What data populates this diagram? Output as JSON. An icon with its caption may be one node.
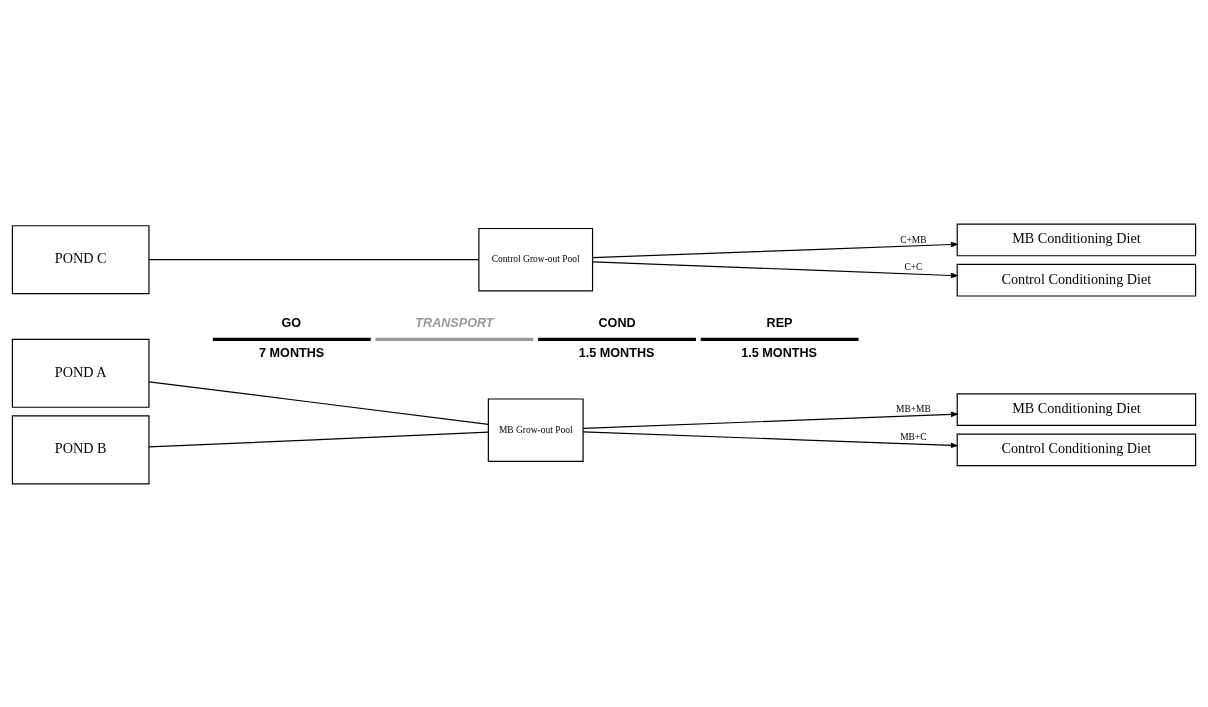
{
  "diagram": {
    "nodes": [
      {
        "text": [
          "POND A"
        ]
      },
      {
        "text": [
          "POND B"
        ]
      },
      {
        "text": [
          "MB Grow-out Pool"
        ]
      },
      {
        "text": [
          "POND C"
        ]
      },
      {
        "text": [
          "Control Grow-out Pool"
        ]
      },
      {
        "text": [
          "MB Conditioning Diet"
        ]
      },
      {
        "text": [
          "MB Conditioning Diet"
        ]
      },
      {
        "text": [
          "Control Conditioning Diet"
        ]
      },
      {
        "text": [
          "Control Conditioning Diet"
        ]
      }
    ],
    "edges": [
      {
        "from": 0,
        "to": 2,
        "arrow": "none"
      },
      {
        "from": 1,
        "to": 2,
        "arrow": "none"
      },
      {
        "from": 3,
        "to": 4,
        "arrow": "none"
      },
      {
        "from": 2,
        "to": 5,
        "arrow": "to",
        "label": "MB+MB"
      },
      {
        "from": 4,
        "to": 6,
        "arrow": "to",
        "label": "C+MB"
      },
      {
        "from": 2,
        "to": 7,
        "arrow": "to",
        "label": "MB+C"
      },
      {
        "from": 4,
        "to": 8,
        "arrow": "to",
        "label": "C+C"
      }
    ],
    "labels": [
      "GO",
      "TRANSPORT",
      "COND",
      "REP",
      "7 MONTHS",
      "1.5 MONTHS",
      "1.5 MONTHS"
    ]
  }
}
